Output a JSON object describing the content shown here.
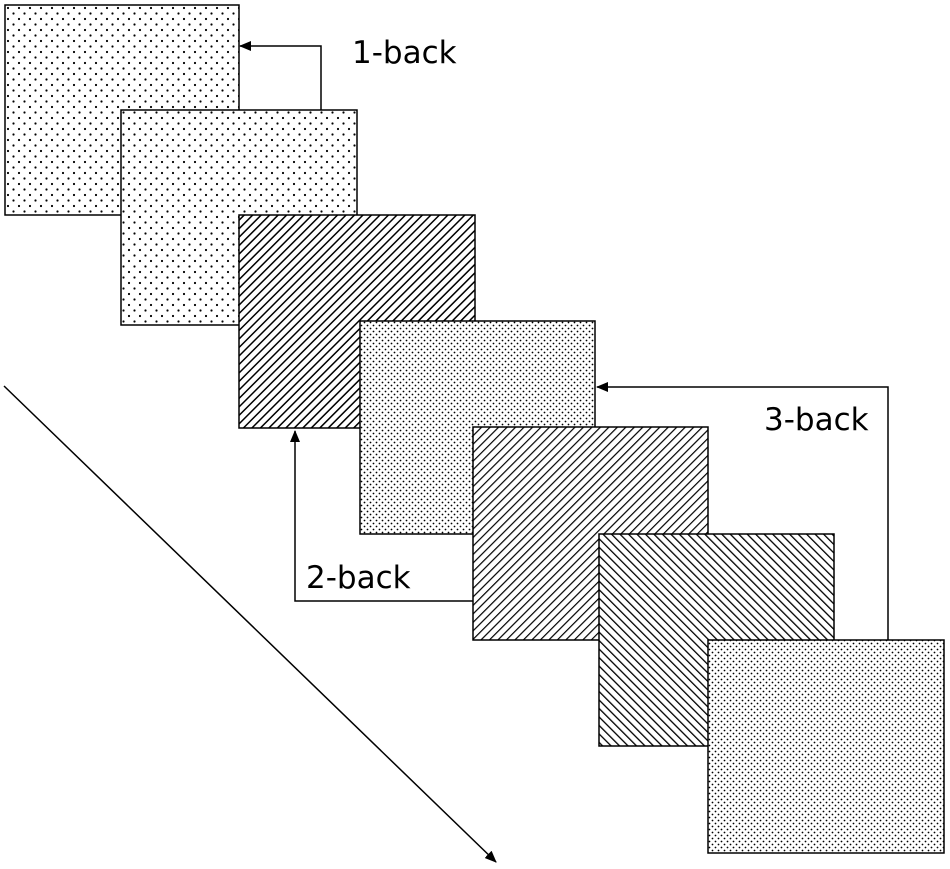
{
  "diagram": {
    "labels": {
      "one_back": "1-back",
      "two_back": "2-back",
      "three_back": "3-back"
    },
    "stimuli": [
      {
        "pattern": "sparse-dots"
      },
      {
        "pattern": "sparse-dots"
      },
      {
        "pattern": "dense-diagonal-hatch"
      },
      {
        "pattern": "fine-dots"
      },
      {
        "pattern": "medium-diagonal-hatch"
      },
      {
        "pattern": "reverse-diagonal-hatch"
      },
      {
        "pattern": "fine-dots"
      }
    ],
    "comparisons": [
      {
        "label": "1-back",
        "from_stimulus": 2,
        "to_stimulus": 1
      },
      {
        "label": "2-back",
        "from_stimulus": 5,
        "to_stimulus": 3
      },
      {
        "label": "3-back",
        "from_stimulus": 7,
        "to_stimulus": 4
      }
    ],
    "time_arrow": true,
    "colors": {
      "stroke": "#000000",
      "background": "#ffffff"
    }
  }
}
